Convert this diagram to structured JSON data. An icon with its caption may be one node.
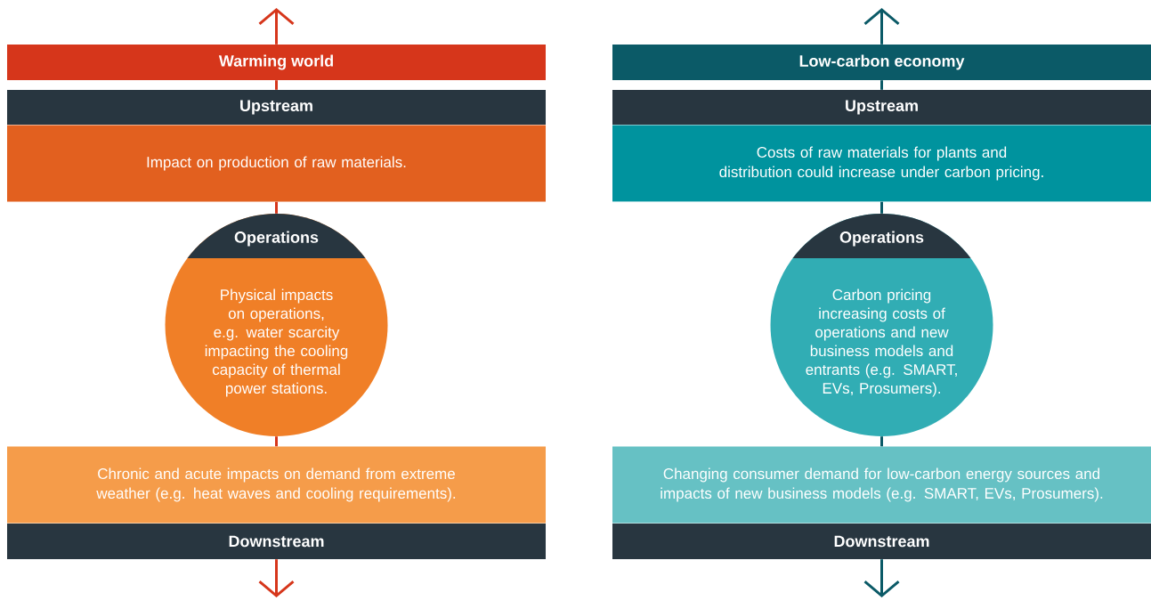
{
  "diagram": {
    "nodes": [
      {
        "text": [
          "Warming world"
        ]
      },
      {
        "text": [
          "Upstream"
        ]
      },
      {
        "text": [
          "Impact on production of raw materials."
        ]
      },
      {
        "text": [
          "Operations",
          "Physical impacts on operations, e.g. water scarcity impacting the cooling capacity of thermal power stations."
        ]
      },
      {
        "text": [
          "Chronic and acute impacts on demand from extreme weather (e.g. heat waves and cooling requirements)."
        ]
      },
      {
        "text": [
          "Downstream"
        ]
      },
      {
        "text": [
          "Low-carbon economy"
        ]
      },
      {
        "text": [
          "Upstream"
        ]
      },
      {
        "text": [
          "Costs of raw materials for plants and distribution could increase under carbon pricing."
        ]
      },
      {
        "text": [
          "Operations",
          "Carbon pricing increasing costs of operations and new business models and entrants (e.g. SMART, EVs, Prosumers)."
        ]
      },
      {
        "text": [
          "Changing consumer demand for low-carbon energy sources and impacts of new business models (e.g. SMART, EVs, Prosumers)."
        ]
      },
      {
        "text": [
          "Downstream"
        ]
      }
    ],
    "edges": [
      {
        "from": 0,
        "to": null,
        "arrow": "to",
        "color": "#d6361b"
      },
      {
        "from": 0,
        "to": 1,
        "arrow": "none",
        "color": "#d6361b"
      },
      {
        "from": 2,
        "to": 3,
        "arrow": "none",
        "color": "#d6361b"
      },
      {
        "from": 3,
        "to": 4,
        "arrow": "none",
        "color": "#d6361b"
      },
      {
        "from": 5,
        "to": null,
        "arrow": "to",
        "color": "#d6361b"
      },
      {
        "from": 6,
        "to": null,
        "arrow": "to",
        "color": "#0b5a67"
      },
      {
        "from": 6,
        "to": 7,
        "arrow": "none",
        "color": "#0b5a67"
      },
      {
        "from": 8,
        "to": 9,
        "arrow": "none",
        "color": "#0b5a67"
      },
      {
        "from": 9,
        "to": 10,
        "arrow": "none",
        "color": "#0b5a67"
      },
      {
        "from": 11,
        "to": null,
        "arrow": "to",
        "color": "#0b5a67"
      }
    ]
  }
}
